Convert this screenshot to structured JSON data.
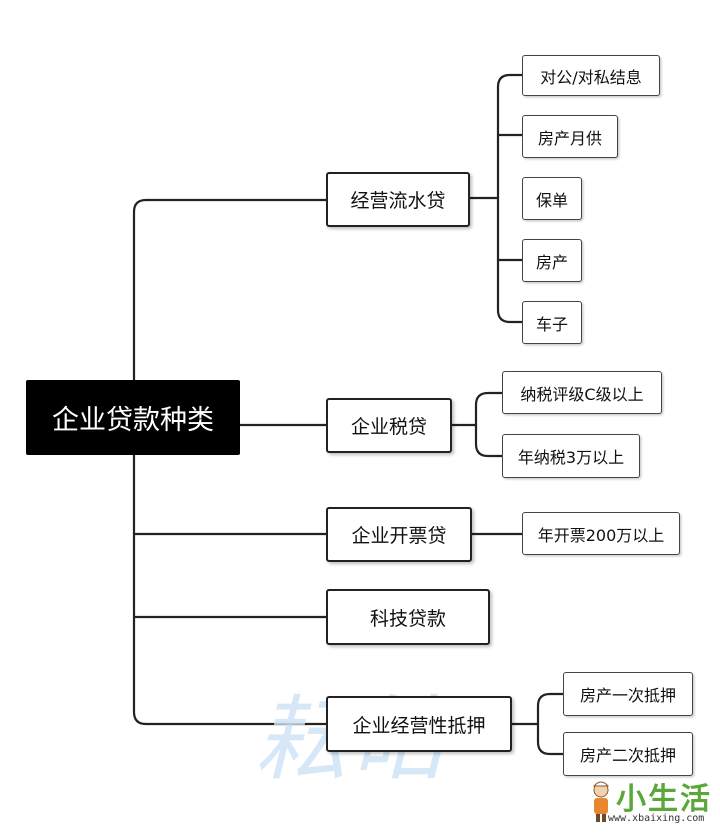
{
  "root": {
    "label": "企业贷款种类"
  },
  "branches": [
    {
      "label": "经营流水贷",
      "leaves": [
        "对公/对私结息",
        "房产月供",
        "保单",
        "房产",
        "车子"
      ]
    },
    {
      "label": "企业税贷",
      "leaves": [
        "纳税评级C级以上",
        "年纳税3万以上"
      ]
    },
    {
      "label": "企业开票贷",
      "leaves": [
        "年开票200万以上"
      ]
    },
    {
      "label": "科技贷款",
      "leaves": []
    },
    {
      "label": "企业经营性抵押",
      "leaves": [
        "房产一次抵押",
        "房产二次抵押"
      ]
    }
  ],
  "watermark": {
    "text": "耘皓"
  },
  "logo": {
    "text": "小生活",
    "url": "www.xbaixing.com"
  },
  "colors": {
    "root_bg": "#000000",
    "line": "#222222",
    "watermark": "#cfe4f7",
    "logo": "#5aa83a"
  }
}
